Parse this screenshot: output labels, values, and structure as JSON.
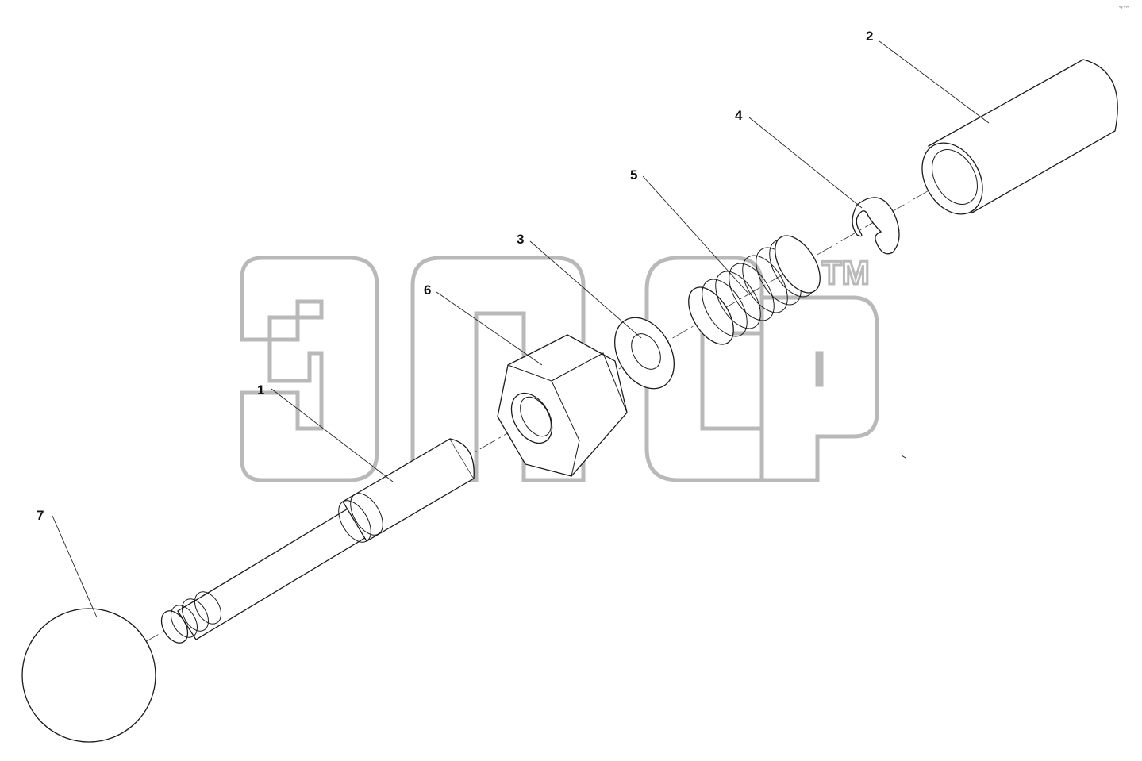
{
  "watermark": {
    "trademark": "TM"
  },
  "corner_mark": "°³ °°°",
  "callouts": [
    {
      "id": "1",
      "label": "1"
    },
    {
      "id": "2",
      "label": "2"
    },
    {
      "id": "3",
      "label": "3"
    },
    {
      "id": "4",
      "label": "4"
    },
    {
      "id": "5",
      "label": "5"
    },
    {
      "id": "6",
      "label": "6"
    },
    {
      "id": "7",
      "label": "7"
    }
  ],
  "parts": [
    {
      "number": "1",
      "icon": "stepped-rod-icon"
    },
    {
      "number": "2",
      "icon": "sleeve-tube-icon"
    },
    {
      "number": "3",
      "icon": "flat-washer-icon"
    },
    {
      "number": "4",
      "icon": "retaining-clip-icon"
    },
    {
      "number": "5",
      "icon": "coil-spring-icon"
    },
    {
      "number": "6",
      "icon": "hex-nut-icon"
    },
    {
      "number": "7",
      "icon": "knob-ball-icon"
    }
  ]
}
